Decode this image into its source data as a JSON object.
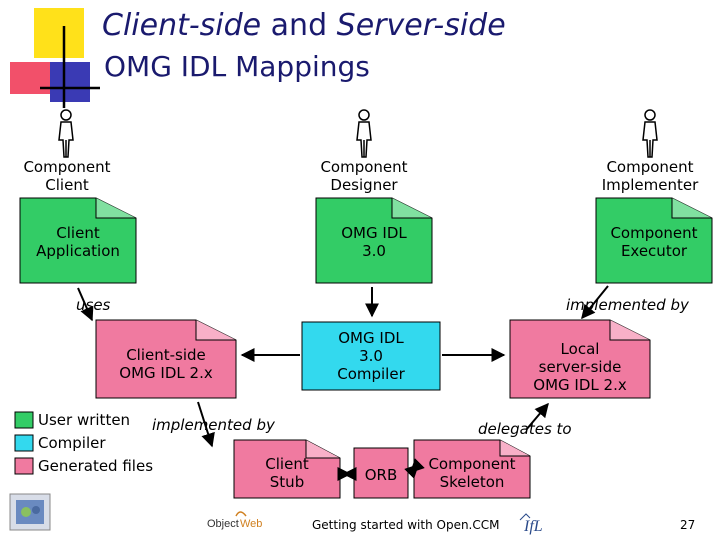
{
  "title": {
    "line1_part1": "Client-side",
    "line1_and": " and ",
    "line1_part2": "Server-side",
    "line2": "OMG IDL Mappings"
  },
  "actors": [
    {
      "label_line1": "Component",
      "label_line2": "Client"
    },
    {
      "label_line1": "Component",
      "label_line2": "Designer"
    },
    {
      "label_line1": "Component",
      "label_line2": "Implementer"
    }
  ],
  "boxes": {
    "client_application": {
      "line1": "Client",
      "line2": "Application"
    },
    "omg_idl_30": {
      "line1": "OMG IDL",
      "line2": "3.0"
    },
    "component_executor": {
      "line1": "Component",
      "line2": "Executor"
    },
    "client_side_mapping": {
      "line1": "Client-side",
      "line2": "OMG IDL 2.x"
    },
    "compiler": {
      "line1": "OMG IDL",
      "line2": "3.0",
      "line3": "Compiler"
    },
    "server_side_mapping": {
      "line1": "Local",
      "line2": "server-side",
      "line3": "OMG IDL 2.x"
    },
    "client_stub": {
      "line1": "Client",
      "line2": "Stub"
    },
    "orb": {
      "line1": "ORB"
    },
    "component_skeleton": {
      "line1": "Component",
      "line2": "Skeleton"
    }
  },
  "edge_labels": {
    "uses": "uses",
    "implemented_by_top": "implemented by",
    "implemented_by_bottom": "implemented by",
    "delegates_to": "delegates to"
  },
  "legend": [
    {
      "label": "User written",
      "color": "#33cc66"
    },
    {
      "label": "Compiler",
      "color": "#33d9ee"
    },
    {
      "label": "Generated files",
      "color": "#f07aa0"
    }
  ],
  "footer": {
    "center_text": "Getting started with Open.CCM",
    "page_number": "27",
    "objectweb_logo": "ObjectWeb",
    "ifl_logo": "IfL"
  },
  "colors": {
    "user_written": "#33cc66",
    "compiler": "#33d9ee",
    "generated": "#f07aa0",
    "title": "#1a1a6e"
  }
}
